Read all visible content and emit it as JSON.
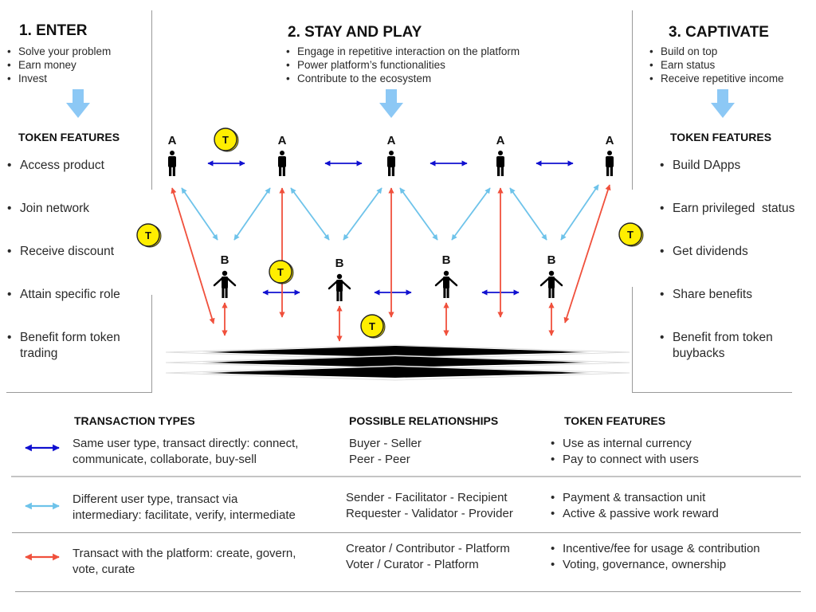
{
  "stages": [
    {
      "title": "1. ENTER",
      "bullets": [
        "Solve your problem",
        "Earn money",
        "Invest"
      ],
      "features_heading": "TOKEN FEATURES",
      "features": [
        "Access product",
        "Join network",
        "Receive discount",
        "Attain specific role",
        "Benefit form token trading"
      ]
    },
    {
      "title": "2. STAY AND PLAY",
      "bullets": [
        "Engage in repetitive interaction on the platform",
        "Power platform’s functionalities",
        "Contribute to the ecosystem"
      ]
    },
    {
      "title": "3. CAPTIVATE",
      "bullets": [
        "Build on top",
        "Earn status",
        "Receive repetitive income"
      ],
      "features_heading": "TOKEN FEATURES",
      "features": [
        "Build DApps",
        "Earn privileged  status",
        "Get dividends",
        "Share benefits",
        "Benefit from token buybacks"
      ]
    }
  ],
  "diagram": {
    "user_a_label": "A",
    "user_b_label": "B",
    "token_label": "T"
  },
  "colors": {
    "same_type": "#1010d0",
    "different_type": "#6ec3ea",
    "platform": "#f0503c",
    "token": "#ffee00",
    "stage_arrow": "#8cc8f5"
  },
  "legend": {
    "headers": [
      "TRANSACTION TYPES",
      "POSSIBLE RELATIONSHIPS",
      "TOKEN FEATURES"
    ],
    "rows": [
      {
        "type": "Same user type, transact directly: connect, communicate, collaborate, buy-sell",
        "type_lines": [
          "Same user type, transact directly: connect,",
          "communicate, collaborate, buy-sell"
        ],
        "relationships": [
          "Buyer - Seller",
          "Peer - Peer"
        ],
        "features": [
          "Use as internal currency",
          "Pay to connect with users"
        ]
      },
      {
        "type": "Different user type, transact via intermediary: facilitate, verify, intermediate",
        "type_lines": [
          "Different user type, transact via",
          "intermediary: facilitate, verify, intermediate"
        ],
        "relationships": [
          "Sender - Facilitator - Recipient",
          "Requester - Validator - Provider"
        ],
        "features": [
          "Payment & transaction unit",
          "Active & passive work reward"
        ]
      },
      {
        "type": "Transact with the platform: create, govern, vote, curate",
        "type_lines": [
          "Transact with the platform: create, govern,",
          "vote, curate"
        ],
        "relationships": [
          "Creator / Contributor - Platform",
          "Voter / Curator - Platform"
        ],
        "features": [
          "Incentive/fee for usage & contribution",
          "Voting, governance, ownership"
        ]
      }
    ]
  }
}
